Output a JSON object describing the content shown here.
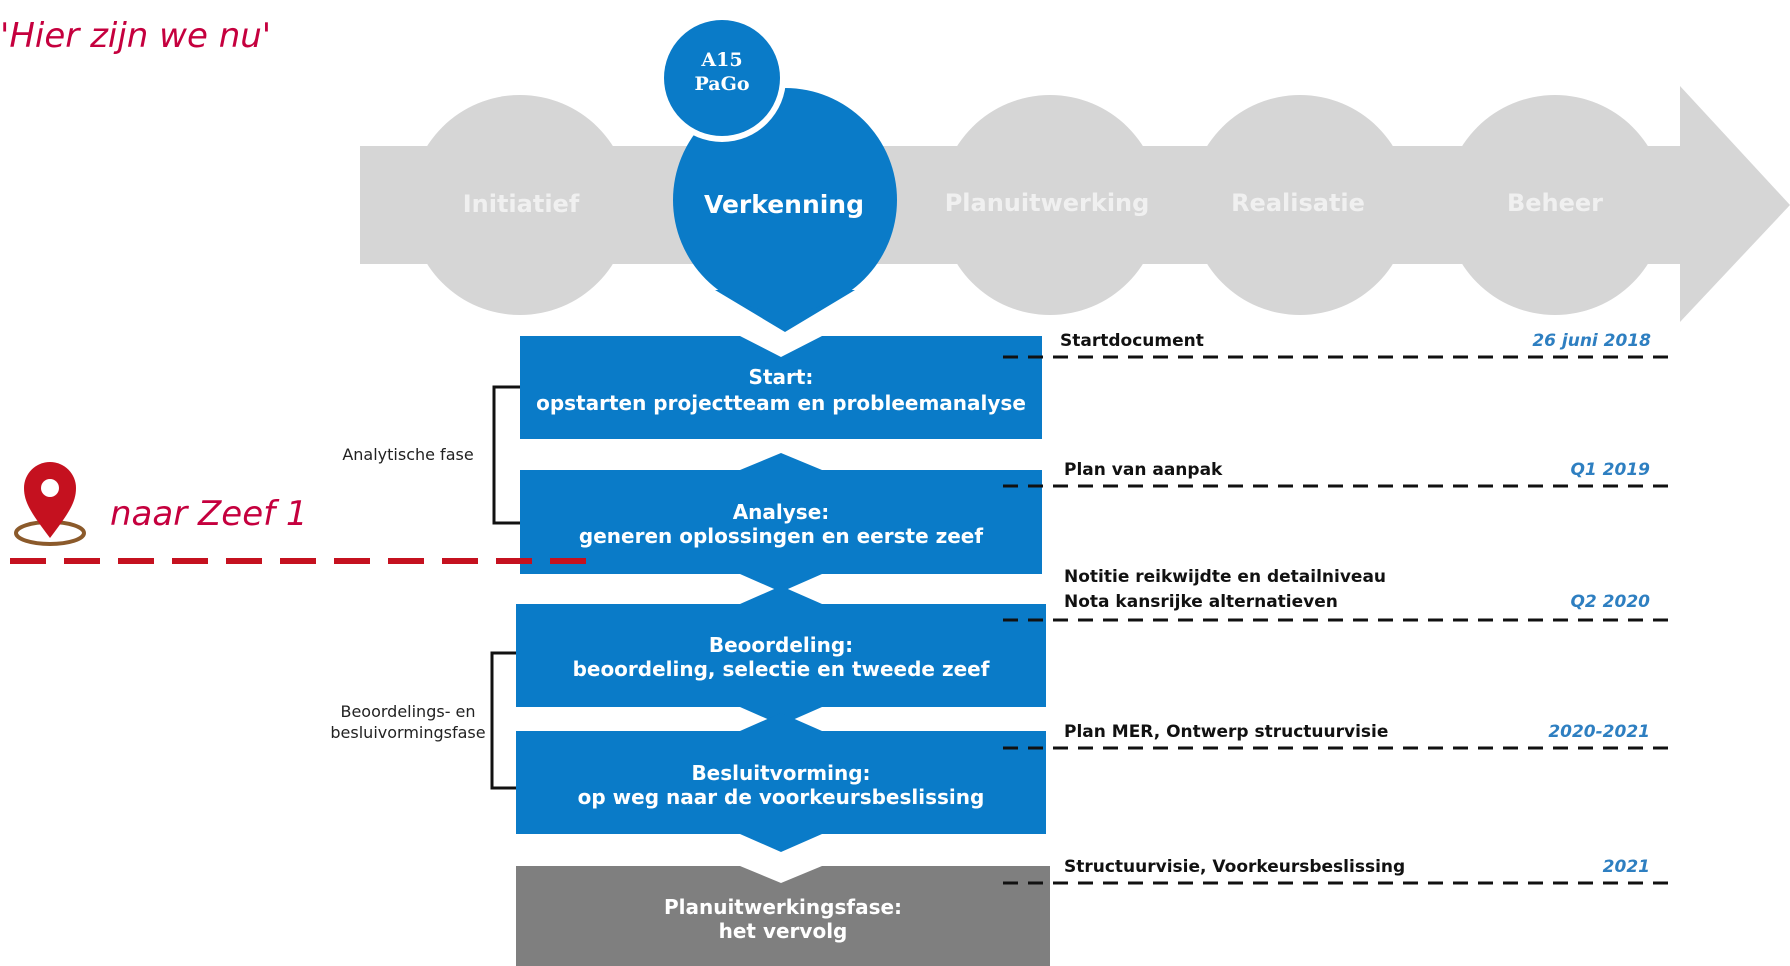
{
  "colors": {
    "blue": "#0a7bc8",
    "gray_arrow": "#d6d6d6",
    "gray_step": "#7f7f7f",
    "phase_text_inactive": "#f0f0f0",
    "red_accent": "#c5003e",
    "date_blue": "#2e7fc1",
    "pin_brown": "#8b5a2b"
  },
  "header": {
    "here_we_are": "'Hier zijn we nu'"
  },
  "badge": {
    "line1": "A15",
    "line2": "PaGo"
  },
  "phases": [
    {
      "label": "Initiatief",
      "active": false
    },
    {
      "label": "Verkenning",
      "active": true
    },
    {
      "label": "Planuitwerking",
      "active": false
    },
    {
      "label": "Realisatie",
      "active": false
    },
    {
      "label": "Beheer",
      "active": false
    }
  ],
  "steps": [
    {
      "title": "Start:",
      "subtitle": "opstarten projectteam en probleemanalyse"
    },
    {
      "title": "Analyse:",
      "subtitle": "generen oplossingen en eerste zeef"
    },
    {
      "title": "Beoordeling:",
      "subtitle": "beoordeling, selectie en tweede zeef"
    },
    {
      "title": "Besluitvorming:",
      "subtitle": "op weg naar de voorkeursbeslissing"
    },
    {
      "title": "Planuitwerkingsfase:",
      "subtitle": "het vervolg"
    }
  ],
  "milestones": [
    {
      "label": "Startdocument",
      "date": "26 juni 2018"
    },
    {
      "label": "Plan van aanpak",
      "date": "Q1 2019"
    },
    {
      "label_line1": "Notitie reikwijdte en detailniveau",
      "label": "Nota kansrijke alternatieven",
      "date": "Q2 2020"
    },
    {
      "label": "Plan MER, Ontwerp structuurvisie",
      "date": "2020-2021"
    },
    {
      "label": "Structuurvisie, Voorkeursbeslissing",
      "date": "2021"
    }
  ],
  "phase_groups": [
    {
      "line1": "Analytische fase",
      "line2": ""
    },
    {
      "line1": "Beoordelings- en",
      "line2": "besluivormingsfase"
    }
  ],
  "marker": {
    "label": "naar Zeef 1",
    "icon": "map-pin-icon"
  }
}
